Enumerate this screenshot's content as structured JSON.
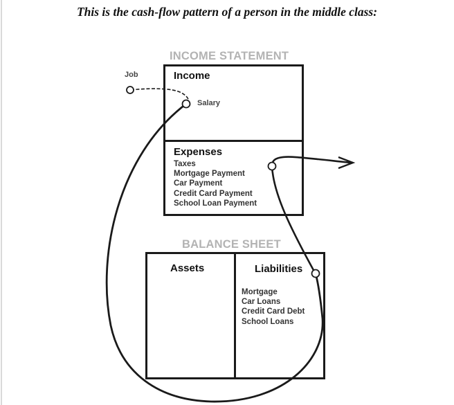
{
  "heading": "This is the cash-flow pattern of a person in the middle class:",
  "income_statement": {
    "title": "INCOME STATEMENT",
    "income": {
      "title": "Income",
      "source_label": "Job",
      "item_label": "Salary"
    },
    "expenses": {
      "title": "Expenses",
      "items": [
        "Taxes",
        "Mortgage Payment",
        "Car Payment",
        "Credit Card Payment",
        "School Loan Payment"
      ]
    }
  },
  "balance_sheet": {
    "title": "BALANCE SHEET",
    "assets": {
      "title": "Assets"
    },
    "liabilities": {
      "title": "Liabilities",
      "items": [
        "Mortgage",
        "Car Loans",
        "Credit Card Debt",
        "School Loans"
      ]
    }
  },
  "colors": {
    "line": "#1a1a1a",
    "section_title": "#b3b3b3"
  }
}
